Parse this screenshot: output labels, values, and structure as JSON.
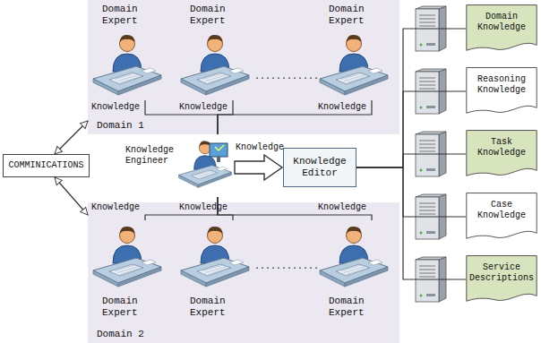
{
  "diagram": {
    "nodes": [
      {
        "text": [
          "Domain 1"
        ]
      },
      {
        "text": [
          "Domain Expert"
        ],
        "in": 0
      },
      {
        "text": [
          "Domain Expert"
        ],
        "in": 0
      },
      {
        "text": [
          "Domain Expert"
        ],
        "in": 0
      },
      {
        "text": [
          "Knowledge Engineer"
        ]
      },
      {
        "text": [
          "Domain 2"
        ]
      },
      {
        "text": [
          "Domain Expert"
        ],
        "in": 5
      },
      {
        "text": [
          "Domain Expert"
        ],
        "in": 5
      },
      {
        "text": [
          "Domain Expert"
        ],
        "in": 5
      },
      {
        "text": [
          "COMMINICATIONS"
        ]
      },
      {
        "text": [
          "Knowledge Editor"
        ]
      },
      {
        "text": [
          "Domain Knowledge"
        ]
      },
      {
        "text": [
          "Reasoning Knowledge"
        ]
      },
      {
        "text": [
          "Task Knowledge"
        ]
      },
      {
        "text": [
          "Case Knowledge"
        ]
      },
      {
        "text": [
          "Service Descriptions"
        ]
      }
    ],
    "edges": [
      {
        "from": 1,
        "to": 4,
        "label": "Knowledge",
        "arrow": "none"
      },
      {
        "from": 2,
        "to": 4,
        "label": "Knowledge",
        "arrow": "none"
      },
      {
        "from": 3,
        "to": 4,
        "label": "Knowledge",
        "arrow": "none"
      },
      {
        "from": 6,
        "to": 4,
        "label": "Knowledge",
        "arrow": "none"
      },
      {
        "from": 7,
        "to": 4,
        "label": "Knowledge",
        "arrow": "none"
      },
      {
        "from": 8,
        "to": 4,
        "label": "Knowledge",
        "arrow": "none"
      },
      {
        "from": 4,
        "to": 10,
        "label": "Knowledge",
        "arrow": "to"
      },
      {
        "from": 9,
        "to": 0,
        "arrow": "both"
      },
      {
        "from": 9,
        "to": 5,
        "arrow": "both"
      },
      {
        "from": 10,
        "to": 11,
        "arrow": "none"
      },
      {
        "from": 10,
        "to": 12,
        "arrow": "none"
      },
      {
        "from": 10,
        "to": 13,
        "arrow": "none"
      },
      {
        "from": 10,
        "to": 14,
        "arrow": "none"
      },
      {
        "from": 10,
        "to": 15,
        "arrow": "none"
      }
    ],
    "labels": [
      "............",
      "............"
    ]
  }
}
